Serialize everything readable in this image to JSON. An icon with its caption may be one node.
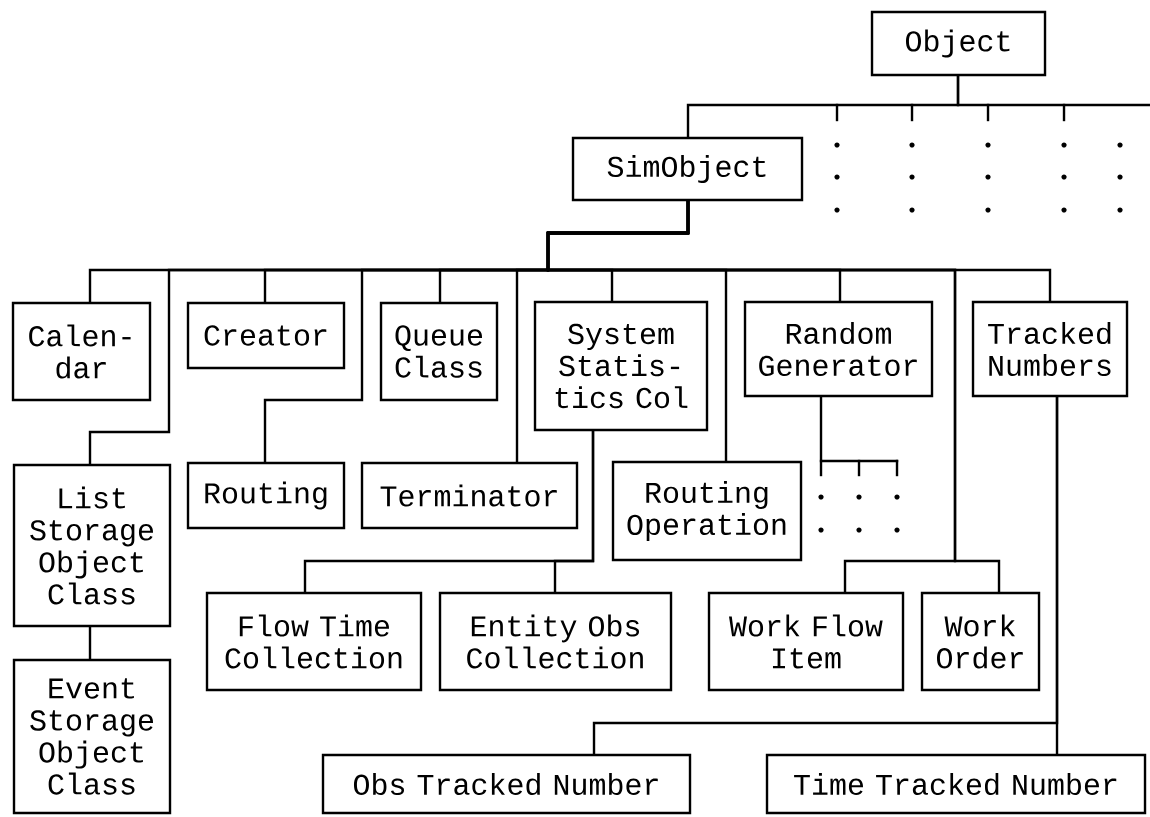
{
  "diagram": {
    "nodes": [
      {
        "text": [
          "Object"
        ]
      },
      {
        "text": [
          "SimObject"
        ]
      },
      {
        "text": [
          "Calen-dar"
        ]
      },
      {
        "text": [
          "Creator"
        ]
      },
      {
        "text": [
          "Queue Class"
        ]
      },
      {
        "text": [
          "System Statis-tics Col"
        ]
      },
      {
        "text": [
          "Random Generator"
        ]
      },
      {
        "text": [
          "Tracked Numbers"
        ]
      },
      {
        "text": [
          "List Storage Object Class"
        ]
      },
      {
        "text": [
          "Routing"
        ]
      },
      {
        "text": [
          "Terminator"
        ]
      },
      {
        "text": [
          "Routing Operation"
        ]
      },
      {
        "text": [
          "Flow Time Collection"
        ]
      },
      {
        "text": [
          "Entity Obs Collection"
        ]
      },
      {
        "text": [
          "Work Flow Item"
        ]
      },
      {
        "text": [
          "Work Order"
        ]
      },
      {
        "text": [
          "Event Storage Object Class"
        ]
      },
      {
        "text": [
          "Obs Tracked Number"
        ]
      },
      {
        "text": [
          "Time Tracked Number"
        ]
      }
    ],
    "edges": [
      {
        "from": 0,
        "to": 1,
        "arrow": "none"
      },
      {
        "from": 1,
        "to": 2,
        "arrow": "none"
      },
      {
        "from": 1,
        "to": 8,
        "arrow": "none"
      },
      {
        "from": 1,
        "to": 3,
        "arrow": "none"
      },
      {
        "from": 1,
        "to": 9,
        "arrow": "none"
      },
      {
        "from": 1,
        "to": 4,
        "arrow": "none"
      },
      {
        "from": 1,
        "to": 10,
        "arrow": "none"
      },
      {
        "from": 1,
        "to": 5,
        "arrow": "none"
      },
      {
        "from": 1,
        "to": 11,
        "arrow": "none"
      },
      {
        "from": 1,
        "to": 6,
        "arrow": "none"
      },
      {
        "from": 1,
        "to": 14,
        "arrow": "none"
      },
      {
        "from": 1,
        "to": 15,
        "arrow": "none"
      },
      {
        "from": 1,
        "to": 7,
        "arrow": "none"
      },
      {
        "from": 8,
        "to": 16,
        "arrow": "none"
      },
      {
        "from": 5,
        "to": 12,
        "arrow": "none"
      },
      {
        "from": 5,
        "to": 13,
        "arrow": "none"
      },
      {
        "from": 7,
        "to": 17,
        "arrow": "none"
      },
      {
        "from": 7,
        "to": 18,
        "arrow": "none"
      }
    ]
  }
}
